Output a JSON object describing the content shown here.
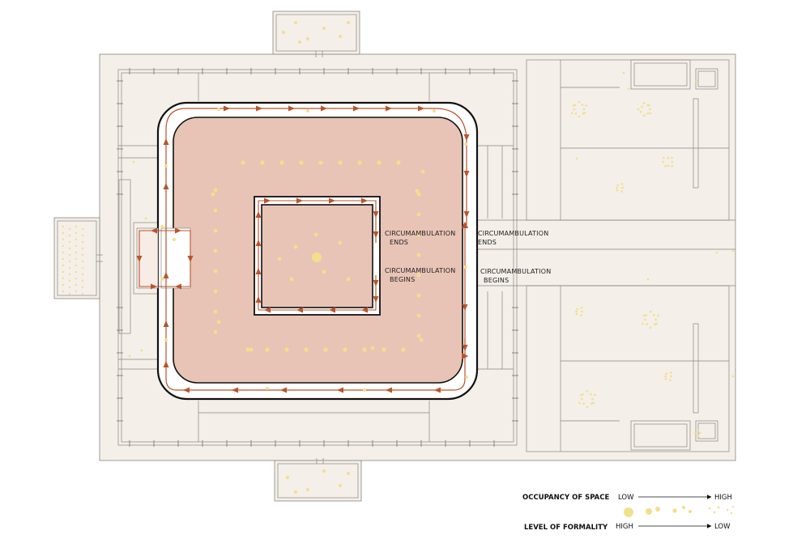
{
  "annotations": {
    "inner_ends_line1": "CIRCUMAMBULATION",
    "inner_ends_line2": "ENDS",
    "inner_begins_line1": "CIRCUMAMBULATION",
    "inner_begins_line2": "BEGINS",
    "outer_ends_line1": "CIRCUMAMBULATION",
    "outer_ends_line2": "ENDS",
    "outer_begins_line1": "CIRCUMAMBULATION",
    "outer_begins_line2": "BEGINS"
  },
  "legend": {
    "occupancy": {
      "title": "OCCUPANCY OF SPACE",
      "start": "LOW",
      "end": "HIGH"
    },
    "formality": {
      "title": "LEVEL OF FORMALITY",
      "start": "HIGH",
      "end": "LOW"
    }
  },
  "colors": {
    "site": "#f4efe9",
    "line": "#8a8580",
    "wall": "#111111",
    "courtyard": "#e8c4b6",
    "path": "#b9542c",
    "dot": "#f3df8a"
  }
}
